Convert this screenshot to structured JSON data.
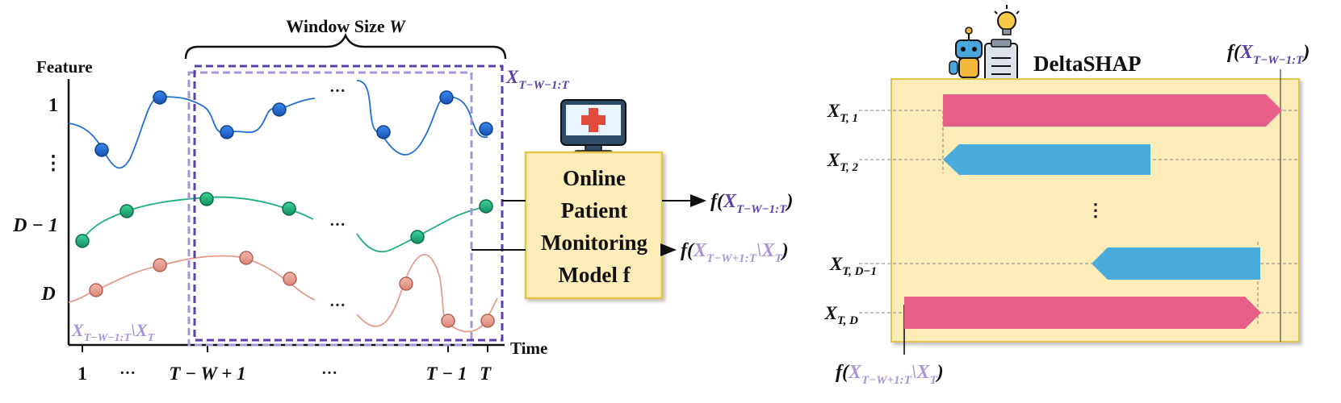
{
  "left_panel": {
    "title_text": "Window Size ",
    "title_var": "W",
    "y_axis_label": "Feature",
    "x_axis_label": "Time",
    "feature_labels": [
      "1",
      "⋮",
      "D − 1",
      "D"
    ],
    "x_ticks": [
      "1",
      "···",
      "T − W + 1",
      "···",
      "T − 1",
      "T"
    ],
    "ellipsis": "···",
    "outer_window": {
      "base": "X",
      "sub": "T−W−1:T",
      "color": "#5b3fa8"
    },
    "inner_window": {
      "base": "X",
      "sub": "T−W−1:T",
      "suffix": "\\X",
      "suffix_sub": "T",
      "color": "#a894d6"
    }
  },
  "model": {
    "lines": [
      "Online",
      "Patient",
      "Monitoring",
      "Model f"
    ],
    "output_top": {
      "prefix": "f(",
      "base": "X",
      "sub": "T−W−1:T",
      "suffix": ")",
      "color": "#5b3fa8"
    },
    "output_bottom": {
      "prefix": "f(",
      "base": "X",
      "sub": "T−W+1:T",
      "mid": "\\X",
      "mid_sub": "T",
      "suffix": ")",
      "color": "#a894d6"
    }
  },
  "right_panel": {
    "title": "DeltaSHAP",
    "top_label": {
      "prefix": "f(",
      "base": "X",
      "sub": "T−W−1:T",
      "suffix": ")"
    },
    "bottom_label": {
      "prefix": "f(",
      "base": "X",
      "sub": "T−W+1:T",
      "mid": "\\X",
      "mid_sub": "T",
      "suffix": ")"
    },
    "rows": [
      {
        "label": "X",
        "sub": "T, 1",
        "direction": "right",
        "color": "#e8608a"
      },
      {
        "label": "X",
        "sub": "T, 2",
        "direction": "left",
        "color": "#4aabdd"
      },
      {
        "label": "X",
        "sub": "T, D−1",
        "direction": "left",
        "color": "#4aabdd"
      },
      {
        "label": "X",
        "sub": "T, D",
        "direction": "right",
        "color": "#e8608a"
      }
    ],
    "vdots": "⋮"
  },
  "colors": {
    "blue": "#1f6fd6",
    "green": "#1fb07a",
    "salmon": "#e89a8c",
    "panel_fill": "#fbecb8",
    "panel_stroke": "#e3c34f",
    "purple_dark": "#5b3fa8",
    "purple_light": "#a894d6"
  }
}
